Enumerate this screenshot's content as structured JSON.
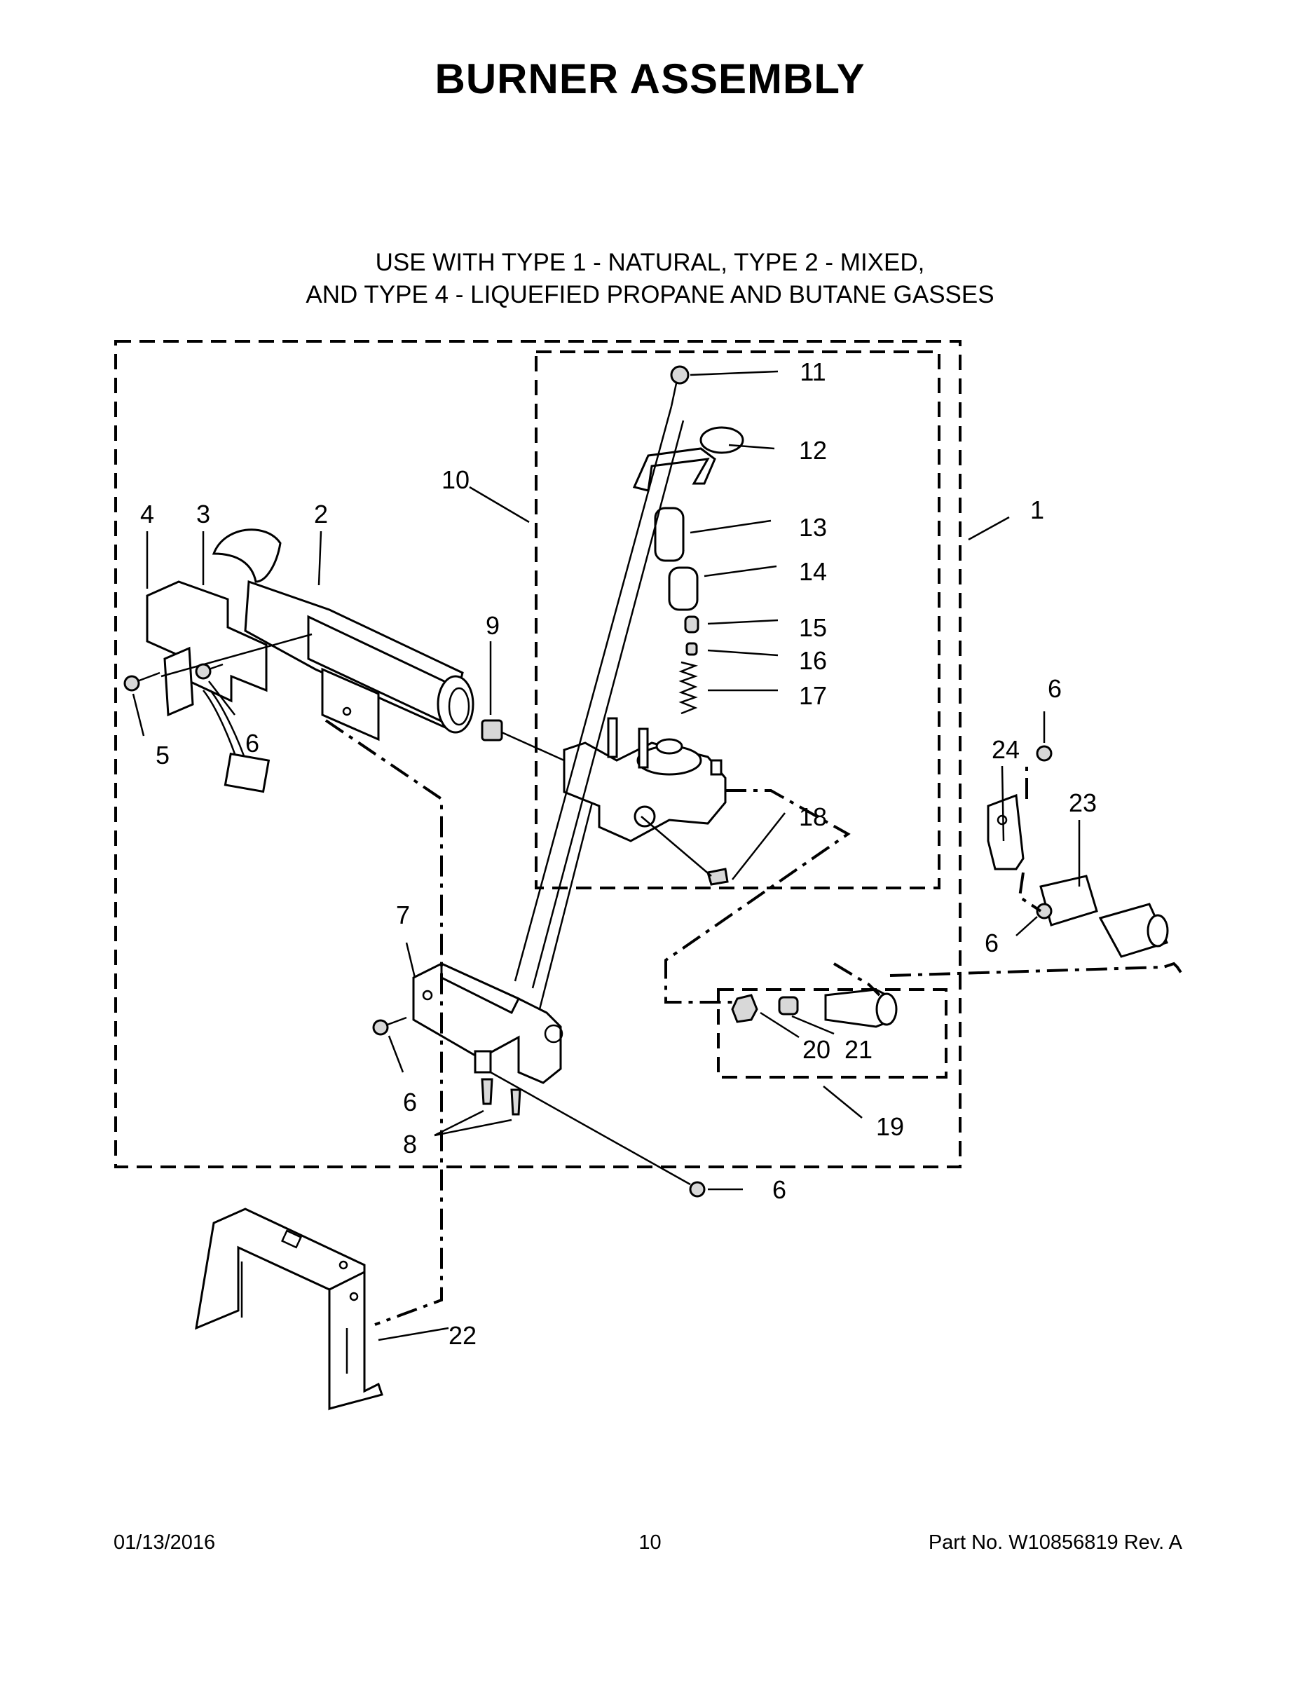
{
  "title": "BURNER ASSEMBLY",
  "subtitle": [
    "USE WITH TYPE 1 - NATURAL, TYPE 2 - MIXED,",
    "AND TYPE 4 - LIQUEFIED PROPANE AND BUTANE GASSES"
  ],
  "callouts": [
    "1",
    "2",
    "3",
    "4",
    "5",
    "6",
    "6",
    "6",
    "6",
    "6",
    "7",
    "8",
    "9",
    "10",
    "11",
    "12",
    "13",
    "14",
    "15",
    "16",
    "17",
    "18",
    "19",
    "20",
    "21",
    "22",
    "23",
    "24"
  ],
  "footer": {
    "date": "01/13/2016",
    "page": "10",
    "part": "Part No.  W10856819  Rev.  A"
  }
}
